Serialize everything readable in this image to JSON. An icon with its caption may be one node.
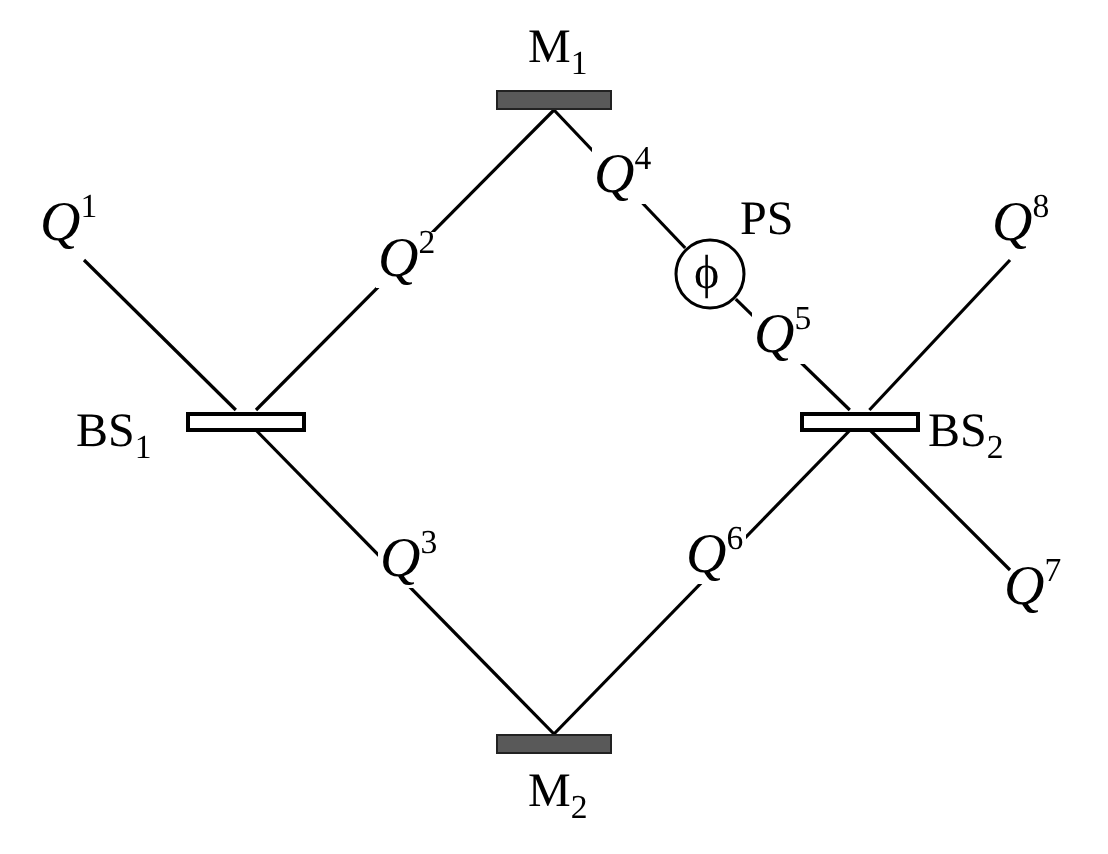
{
  "diagram": {
    "nodes": [
      {
        "text": [
          "M$_{1}$"
        ]
      },
      {
        "text": [
          "*Q*$^{1}$"
        ]
      },
      {
        "text": [
          "ϕ"
        ],
        "beside": [
          "PS"
        ]
      },
      {
        "text": [
          "*Q*$^{8}$"
        ]
      },
      {
        "text": [
          "BS$_{1}$"
        ]
      },
      {
        "text": [
          "BS$_{2}$"
        ]
      },
      {
        "text": [
          "*Q*$^{7}$"
        ]
      },
      {
        "text": [
          "M$_{2}$"
        ]
      }
    ],
    "edges": [
      {
        "from": 1,
        "to": 4,
        "arrow": "none"
      },
      {
        "from": 4,
        "to": 0,
        "arrow": "none",
        "label": "*Q*$^{2}$"
      },
      {
        "from": 4,
        "to": 7,
        "arrow": "none",
        "label": "*Q*$^{3}$"
      },
      {
        "from": 0,
        "to": 2,
        "arrow": "none",
        "label": "*Q*$^{4}$"
      },
      {
        "from": 2,
        "to": 5,
        "arrow": "none",
        "label": "*Q*$^{5}$"
      },
      {
        "from": 7,
        "to": 5,
        "arrow": "none",
        "label": "*Q*$^{6}$"
      },
      {
        "from": 5,
        "to": 6,
        "arrow": "none"
      },
      {
        "from": 5,
        "to": 3,
        "arrow": "none"
      }
    ]
  }
}
